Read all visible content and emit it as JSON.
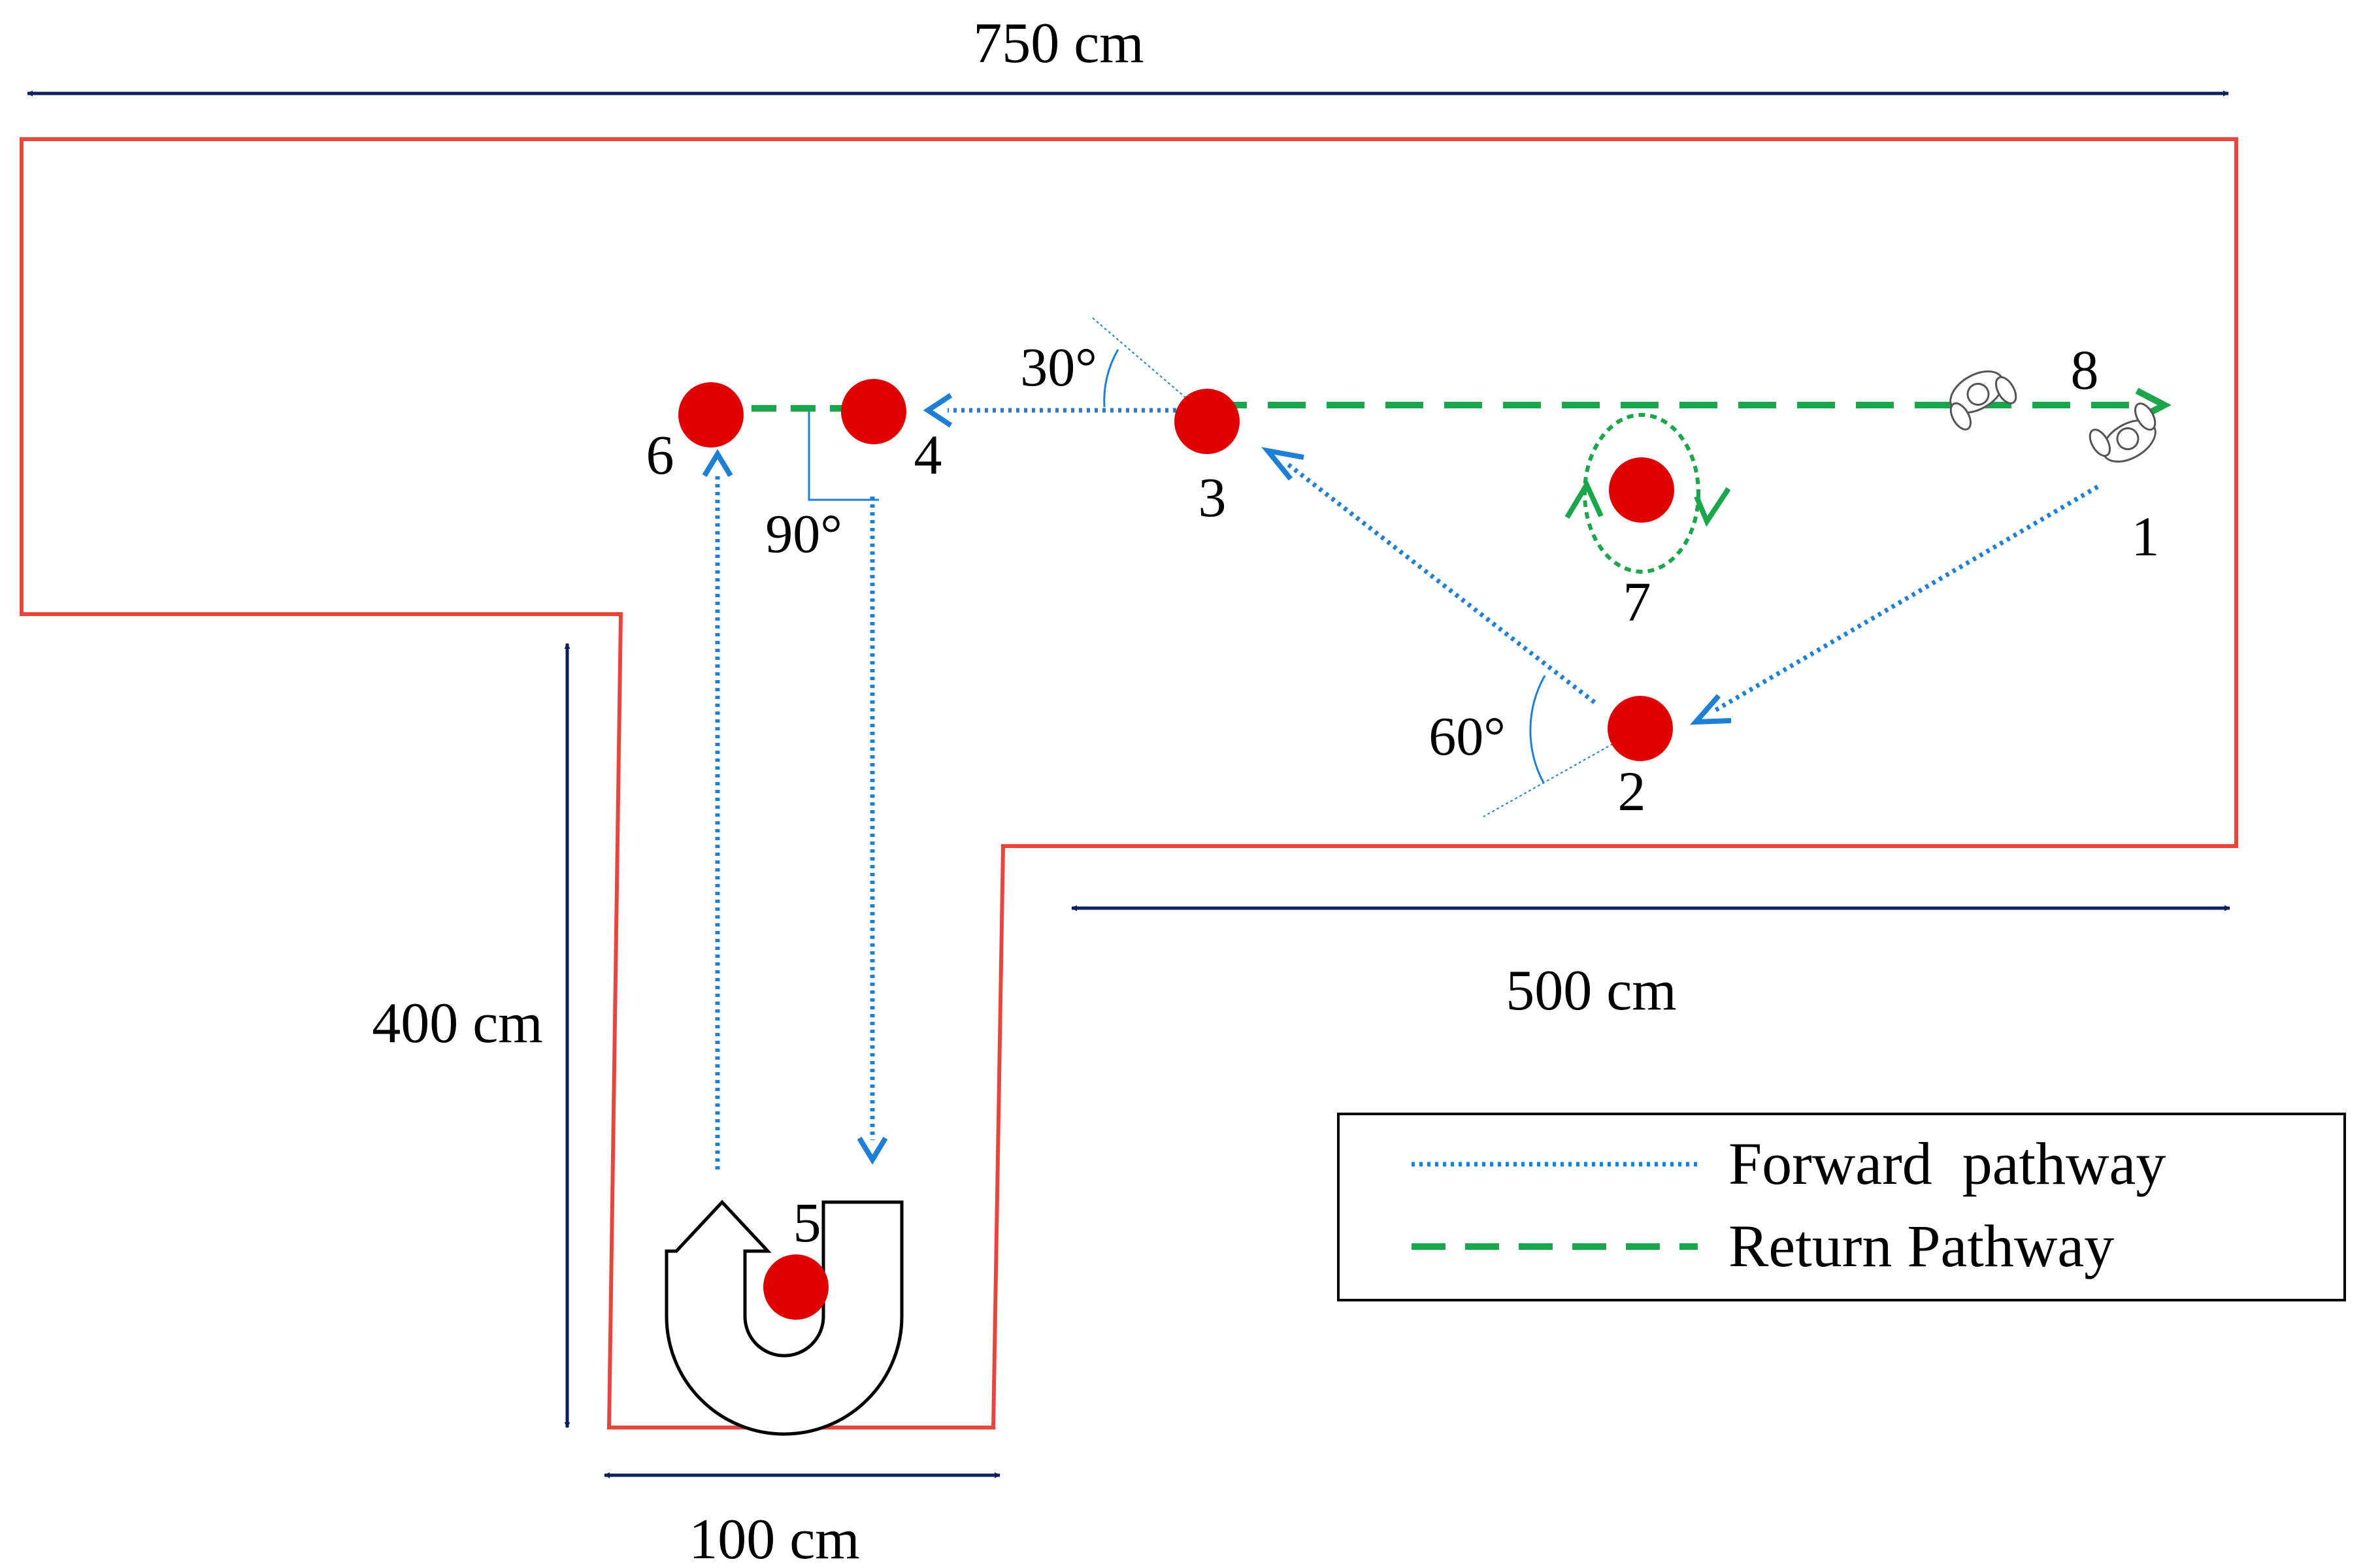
{
  "dimensions": {
    "top_width": "750 cm",
    "right_width": "500 cm",
    "left_height": "400 cm",
    "bottom_width": "100 cm"
  },
  "nodes": [
    "1",
    "2",
    "3",
    "4",
    "5",
    "6",
    "7",
    "8"
  ],
  "angles": {
    "a30": "30°",
    "a60": "60°",
    "a90": "90°"
  },
  "legend": {
    "forward": "Forward  pathway",
    "return": "Return Pathway"
  },
  "colors": {
    "wall": "#e8453c",
    "forward_path": "#1e7fd6",
    "return_path": "#1aa64a",
    "marker": "#e00000",
    "dimension": "#0b1f5c"
  },
  "icons": [
    "person-icon",
    "u-turn-arrow-icon",
    "rotate-arrow-icon"
  ]
}
